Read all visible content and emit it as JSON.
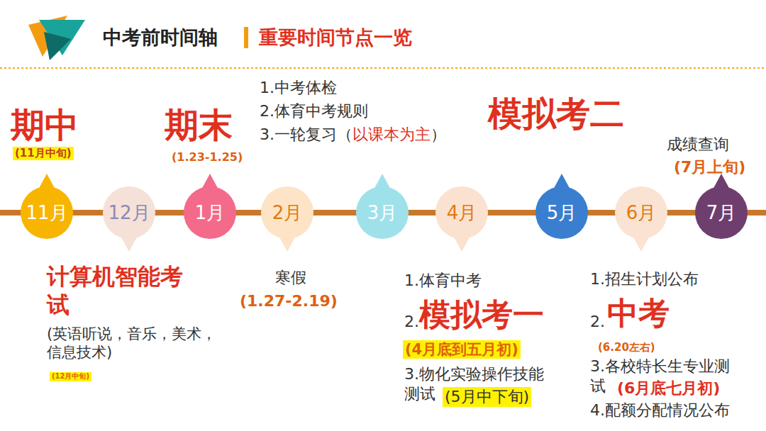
{
  "diagram": {
    "title": "中考前时间轴",
    "nodes": [
      {
        "text": [
          "11月"
        ]
      },
      {
        "text": [
          "12月"
        ]
      },
      {
        "text": [
          "1月"
        ]
      },
      {
        "text": [
          "2月"
        ]
      },
      {
        "text": [
          "3月"
        ]
      },
      {
        "text": [
          "4月"
        ]
      },
      {
        "text": [
          "5月"
        ]
      },
      {
        "text": [
          "6月"
        ]
      },
      {
        "text": [
          "7月"
        ]
      }
    ],
    "edges": [
      {
        "from": 0,
        "to": 1,
        "arrow": "none"
      },
      {
        "from": 1,
        "to": 2,
        "arrow": "none"
      },
      {
        "from": 2,
        "to": 3,
        "arrow": "none"
      },
      {
        "from": 3,
        "to": 4,
        "arrow": "none"
      },
      {
        "from": 4,
        "to": 5,
        "arrow": "none"
      },
      {
        "from": 5,
        "to": 6,
        "arrow": "none"
      },
      {
        "from": 6,
        "to": 7,
        "arrow": "none"
      },
      {
        "from": 7,
        "to": 8,
        "arrow": "none"
      }
    ],
    "labels": [
      "重要时间节点一览",
      "期中",
      "(11月中旬)",
      "期末",
      "(1.23-1.25)",
      "1.中考体检",
      "2.体育中考规则",
      "3.一轮复习（",
      "以课本为主",
      "）",
      "模拟考二",
      "成绩查询",
      "(7月上旬)",
      "计算机智能考试",
      "(英语听说，音乐，美术，信息技术)",
      "(12月中旬)",
      "寒假",
      "(1.27-2.19)",
      "1.体育中考",
      "2.",
      "模拟考一",
      "(4月底到五月初)",
      "3.物化实验操作技能测试",
      "(5月中下旬)",
      "1.招生计划公布",
      "2.",
      "中考",
      "(6.20左右)",
      "3.各校特长生专业测试",
      "(6月底七月初)",
      "4.配额分配情况公布"
    ]
  }
}
